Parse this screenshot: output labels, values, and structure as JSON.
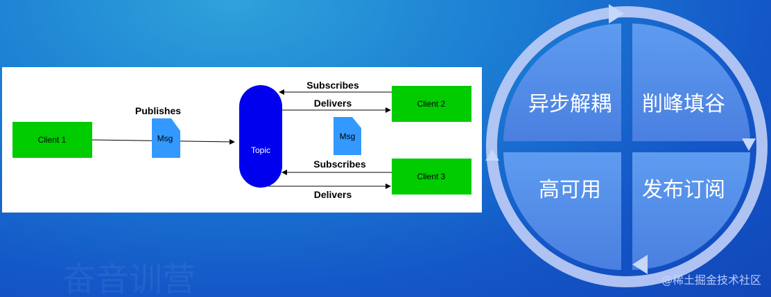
{
  "diagram": {
    "client1": "Client 1",
    "client2": "Client 2",
    "client3": "Client 3",
    "topic": "Topic",
    "msg": "Msg",
    "publishes": "Publishes",
    "subscribes": "Subscribes",
    "delivers": "Delivers",
    "colors": {
      "client": "#00cc00",
      "topic": "#0000ee",
      "msg": "#3399ff"
    }
  },
  "quadrants": {
    "top_left": "异步解耦",
    "top_right": "削峰填谷",
    "bottom_left": "高可用",
    "bottom_right": "发布订阅"
  },
  "footer": {
    "watermark": "@稀土掘金技术社区"
  }
}
